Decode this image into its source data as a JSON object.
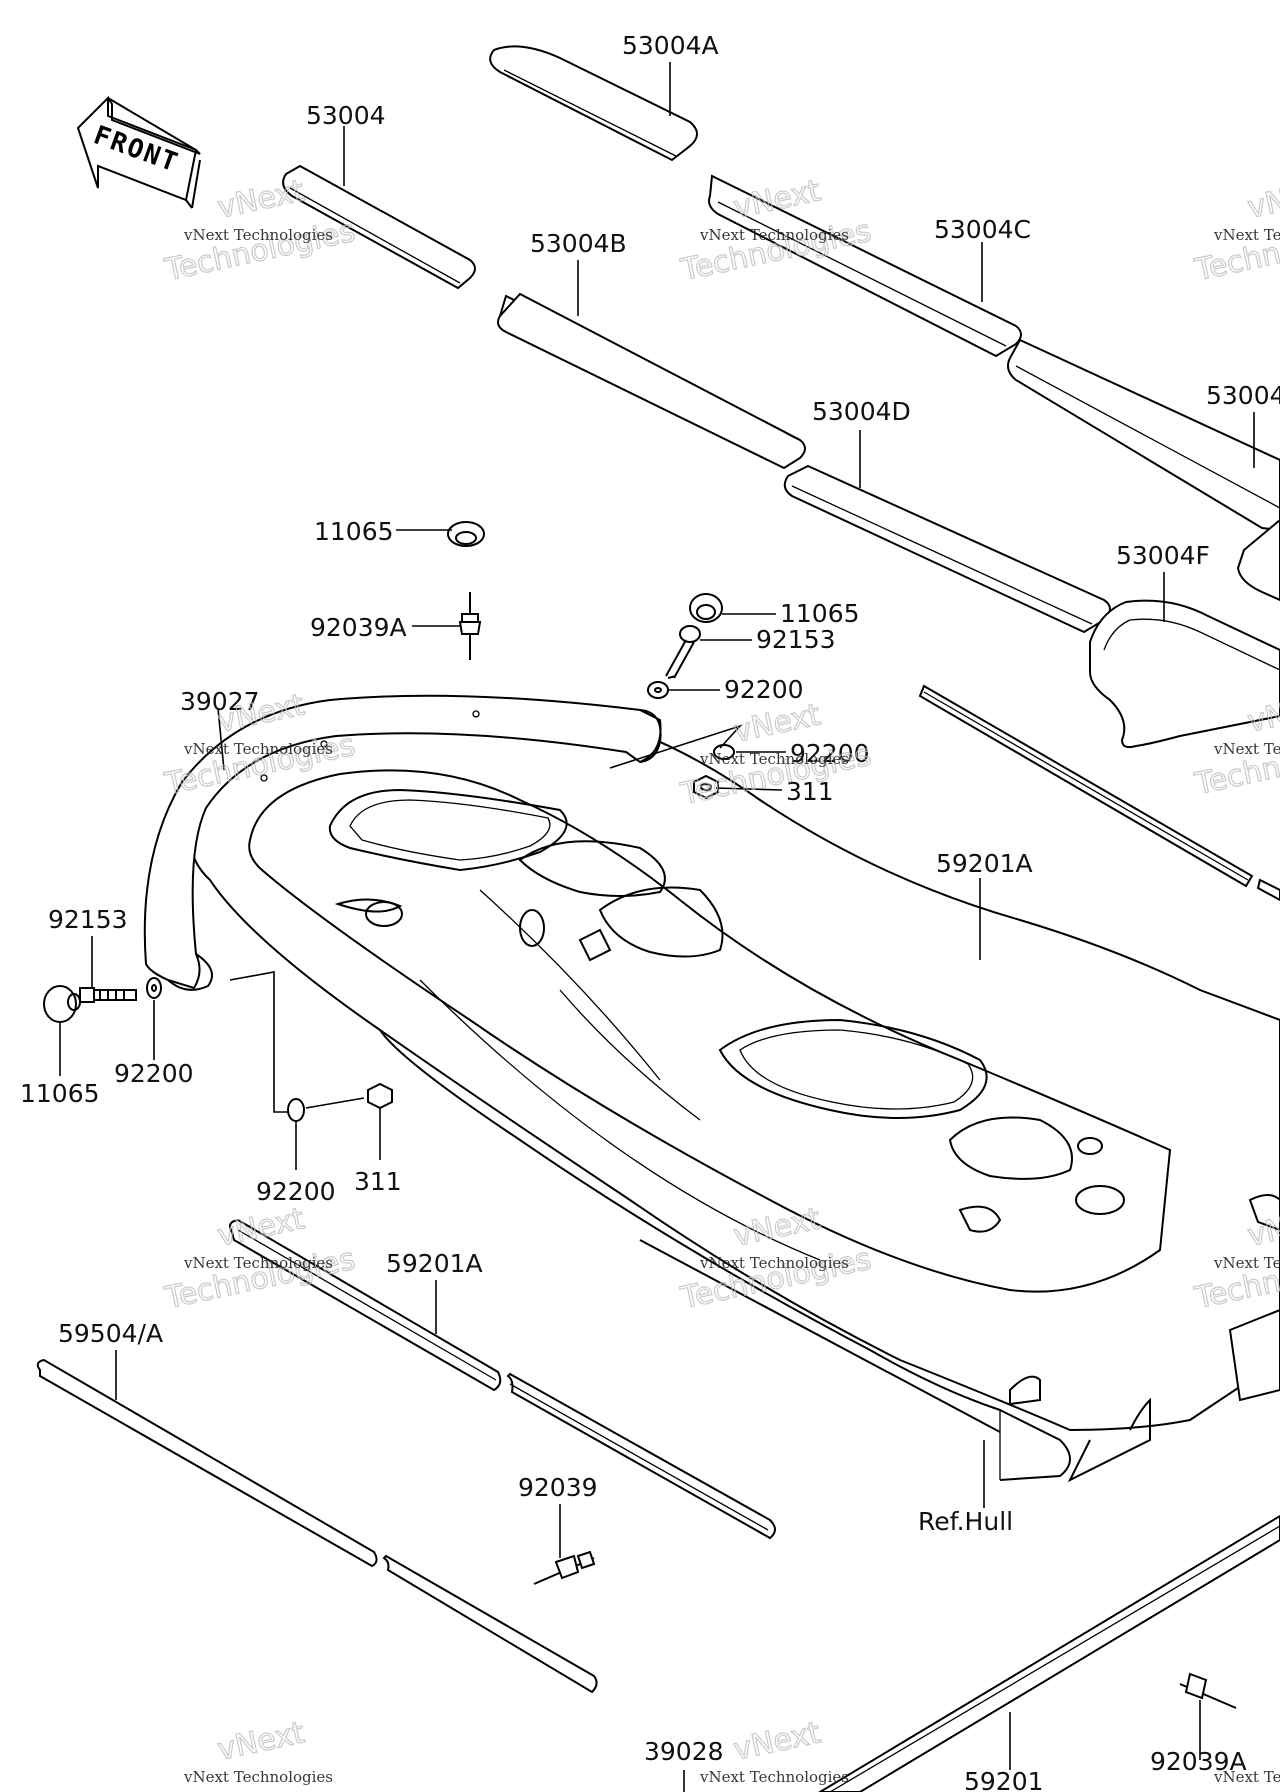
{
  "front_arrow": {
    "label": "FRONT"
  },
  "parts": {
    "p53004": "53004",
    "p53004A": "53004A",
    "p53004B": "53004B",
    "p53004C": "53004C",
    "p53004D": "53004D",
    "p53004E_partial": "53004",
    "p53004F": "53004F",
    "p11065_a": "11065",
    "p11065_b": "11065",
    "p11065_c": "11065",
    "p92039A_a": "92039A",
    "p92039A_b": "92039A",
    "p92153_a": "92153",
    "p92153_b": "92153",
    "p92200_a": "92200",
    "p92200_b": "92200",
    "p92200_c": "92200",
    "p92200_d": "92200",
    "p311_a": "311",
    "p311_b": "311",
    "p39027": "39027",
    "p39028": "39028",
    "p59201A_a": "59201A",
    "p59201A_b": "59201A",
    "p59201": "59201",
    "p59504A": "59504/A",
    "p92039": "92039",
    "ref_hull": "Ref.Hull"
  },
  "watermark": {
    "line1": "vNext Technologies",
    "line2": "Technologies",
    "line3": "vNext"
  }
}
